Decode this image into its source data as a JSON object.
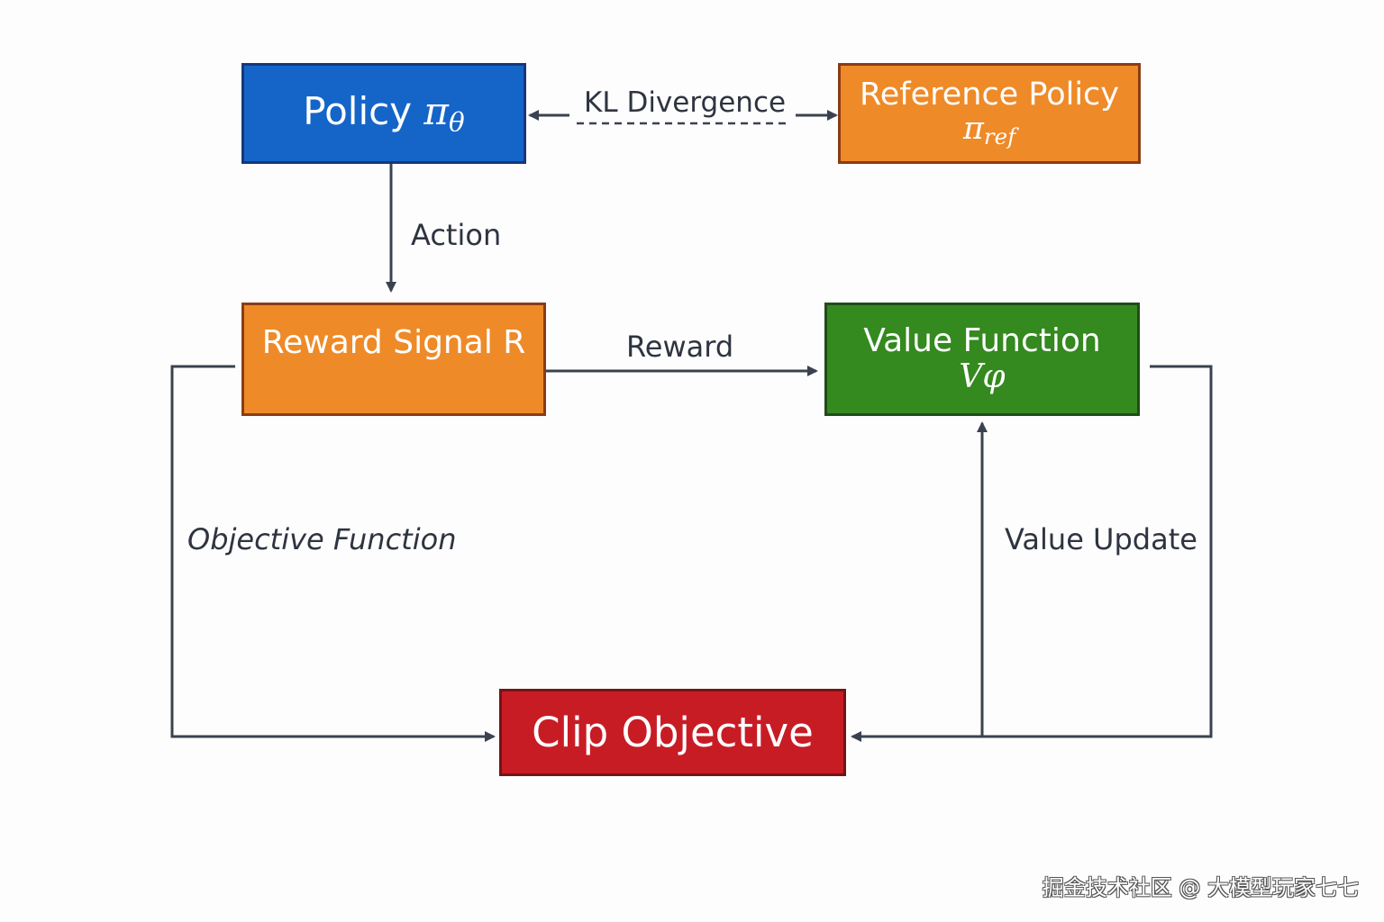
{
  "nodes": {
    "policy": {
      "label": "Policy",
      "symbol": "π",
      "subscript": "θ"
    },
    "reference_policy": {
      "label": "Reference Policy",
      "symbol": "π",
      "subscript": "ref"
    },
    "reward_signal": {
      "label": "Reward Signal R"
    },
    "value_function": {
      "label": "Value Function",
      "symbol": "Vφ"
    },
    "clip_objective": {
      "label": "Clip Objective"
    }
  },
  "edges": {
    "kl_divergence": "KL Divergence",
    "action": "Action",
    "reward": "Reward",
    "objective_function": "Objective Function",
    "value_update": "Value Update"
  },
  "watermark": "掘金技术社区 @ 大模型玩家七七",
  "colors": {
    "policy": "#1565c8",
    "reference_policy": "#ee8a28",
    "reward_signal": "#ee8a28",
    "value_function": "#34891f",
    "clip_objective": "#c81c25",
    "connector": "#3a4250"
  }
}
